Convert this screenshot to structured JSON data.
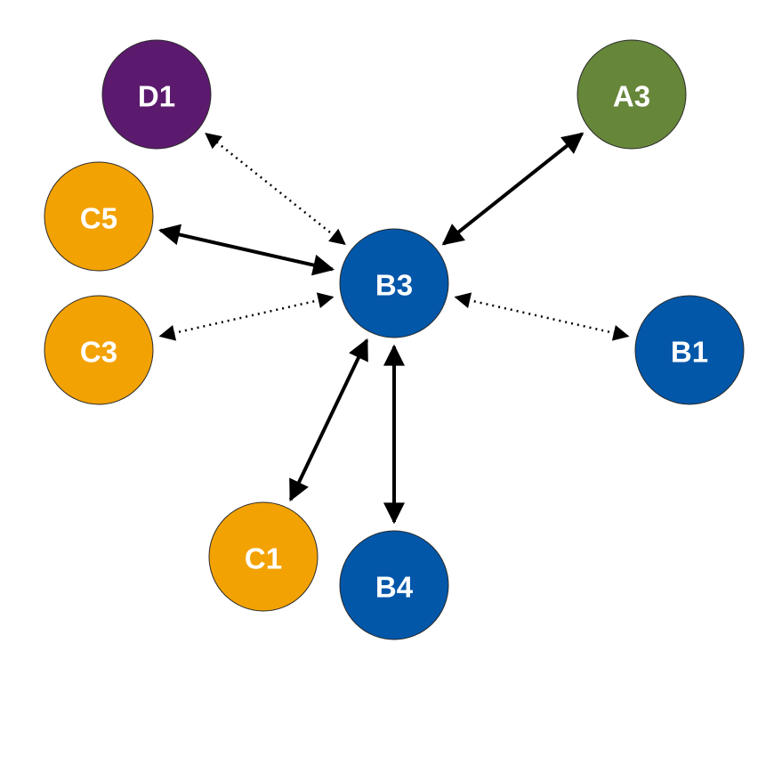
{
  "diagram": {
    "type": "network",
    "center_node": "B3",
    "nodes": [
      {
        "id": "B3",
        "label": "B3",
        "group": "B",
        "color": "#0257a9"
      },
      {
        "id": "D1",
        "label": "D1",
        "group": "D",
        "color": "#5c1a6e"
      },
      {
        "id": "A3",
        "label": "A3",
        "group": "A",
        "color": "#66863a"
      },
      {
        "id": "C5",
        "label": "C5",
        "group": "C",
        "color": "#f3a203"
      },
      {
        "id": "C3",
        "label": "C3",
        "group": "C",
        "color": "#f3a203"
      },
      {
        "id": "B1",
        "label": "B1",
        "group": "B",
        "color": "#0257a9"
      },
      {
        "id": "C1",
        "label": "C1",
        "group": "C",
        "color": "#f3a203"
      },
      {
        "id": "B4",
        "label": "B4",
        "group": "B",
        "color": "#0257a9"
      }
    ],
    "edges": [
      {
        "from": "B3",
        "to": "D1",
        "style": "dotted",
        "direction": "bidirectional"
      },
      {
        "from": "B3",
        "to": "A3",
        "style": "solid",
        "direction": "bidirectional"
      },
      {
        "from": "B3",
        "to": "C5",
        "style": "solid",
        "direction": "bidirectional"
      },
      {
        "from": "B3",
        "to": "C3",
        "style": "dotted",
        "direction": "bidirectional"
      },
      {
        "from": "B3",
        "to": "B1",
        "style": "dotted",
        "direction": "bidirectional"
      },
      {
        "from": "B3",
        "to": "C1",
        "style": "solid",
        "direction": "bidirectional"
      },
      {
        "from": "B3",
        "to": "B4",
        "style": "solid",
        "direction": "bidirectional"
      }
    ],
    "edge_color": "#000000",
    "label_color": "#ffffff",
    "background": "#ffffff"
  }
}
